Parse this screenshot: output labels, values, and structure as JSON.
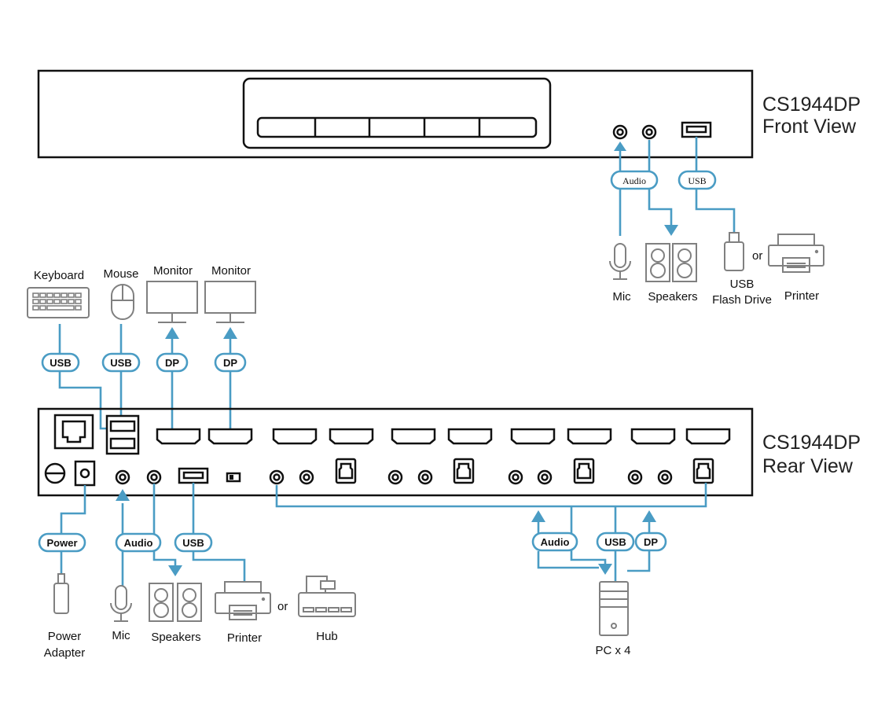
{
  "front_view": {
    "model": "CS1944DP",
    "view": "Front View",
    "audio_label": "Audio",
    "usb_label": "USB",
    "devices": {
      "mic": "Mic",
      "speakers": "Speakers",
      "usb_drive_line1": "USB",
      "usb_drive_line2": "Flash Drive",
      "or": "or",
      "printer": "Printer"
    }
  },
  "rear_view": {
    "model": "CS1944DP",
    "view": "Rear View",
    "top_devices": {
      "keyboard": "Keyboard",
      "mouse": "Mouse",
      "monitor1": "Monitor",
      "monitor2": "Monitor"
    },
    "top_connectors": {
      "keyboard": "USB",
      "mouse": "USB",
      "monitor1": "DP",
      "monitor2": "DP"
    },
    "bottom_connectors": {
      "power": "Power",
      "audio": "Audio",
      "usb": "USB",
      "pc_audio": "Audio",
      "pc_usb": "USB",
      "pc_dp": "DP"
    },
    "bottom_devices": {
      "power_line1": "Power",
      "power_line2": "Adapter",
      "mic": "Mic",
      "speakers": "Speakers",
      "printer": "Printer",
      "or": "or",
      "hub": "Hub",
      "pc": "PC x 4"
    }
  },
  "colors": {
    "cable": "#4a9cc4",
    "icon": "#808080",
    "outline": "#111111"
  }
}
